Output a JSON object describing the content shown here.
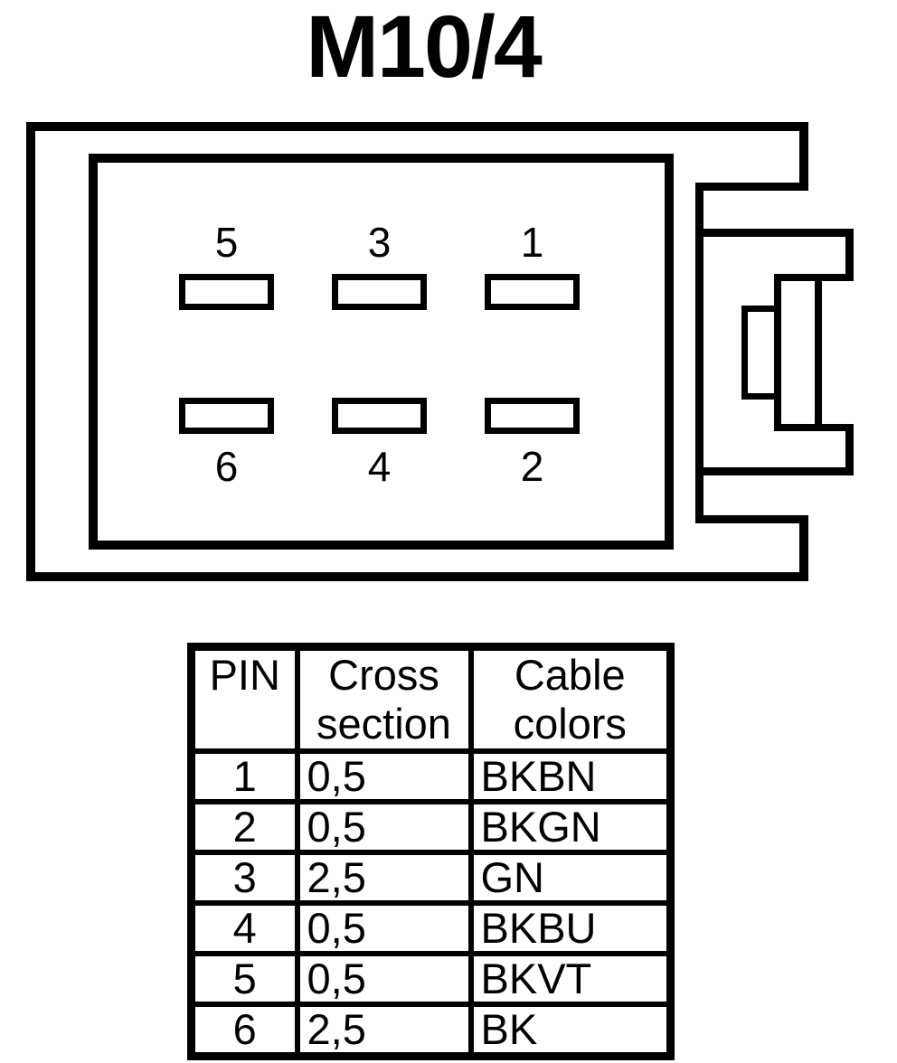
{
  "title": "M10/4",
  "connector": {
    "pins_top": [
      "5",
      "3",
      "1"
    ],
    "pins_bottom": [
      "6",
      "4",
      "2"
    ]
  },
  "table": {
    "headers": {
      "pin": "PIN",
      "cross_line1": "Cross",
      "cross_line2": "section",
      "cable_line1": "Cable",
      "cable_line2": "colors"
    },
    "rows": [
      {
        "pin": "1",
        "cross_section": "0,5",
        "cable_color": "BKBN"
      },
      {
        "pin": "2",
        "cross_section": "0,5",
        "cable_color": "BKGN"
      },
      {
        "pin": "3",
        "cross_section": "2,5",
        "cable_color": "GN"
      },
      {
        "pin": "4",
        "cross_section": "0,5",
        "cable_color": "BKBU"
      },
      {
        "pin": "5",
        "cross_section": "0,5",
        "cable_color": "BKVT"
      },
      {
        "pin": "6",
        "cross_section": "2,5",
        "cable_color": "BK"
      }
    ]
  },
  "colors": {
    "ink": "#000000",
    "background": "#ffffff"
  }
}
